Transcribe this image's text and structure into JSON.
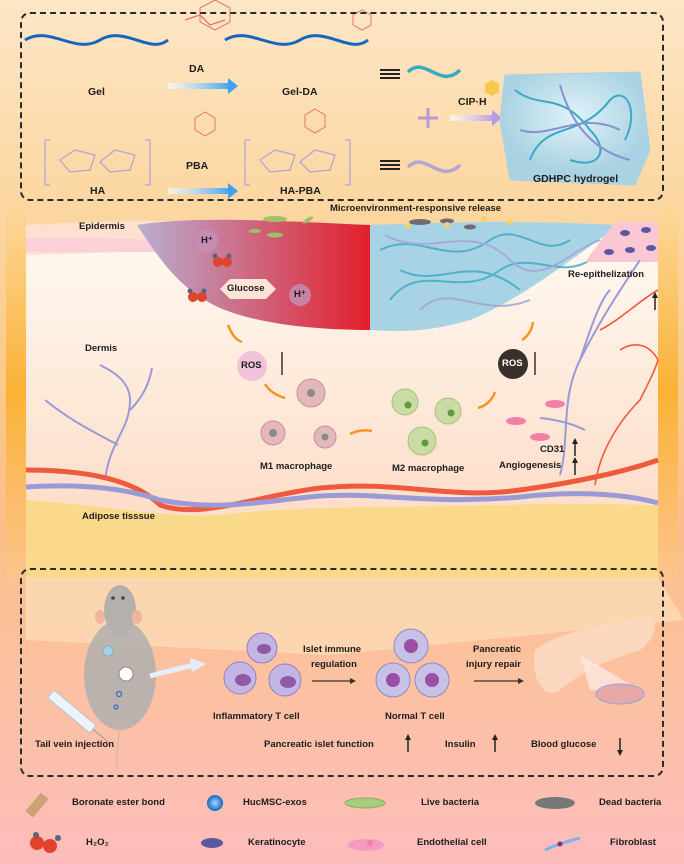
{
  "synthesis": {
    "gel": "Gel",
    "da": "DA",
    "gel_da": "Gel-DA",
    "ha": "HA",
    "pba": "PBA",
    "ha_pba": "HA-PBA",
    "cip": "CIP·H",
    "hydrogel": "GDHPC hydrogel"
  },
  "wound": {
    "release_title": "Microenvironment-responsive release",
    "epidermis": "Epidermis",
    "dermis": "Dermis",
    "adipose": "Adipose tisssue",
    "h_plus": "H⁺",
    "glucose": "Glucose",
    "ros": "ROS",
    "m1": "M1 macrophage",
    "m2": "M2 macrophage",
    "re_epi": "Re-epithelization",
    "cd31": "CD31",
    "angio": "Angiogenesis",
    "up": "↑",
    "down": "↓"
  },
  "systemic": {
    "tail_vein": "Tail vein injection",
    "inflam_t": "Inflammatory T cell",
    "islet_reg": [
      "Islet immune",
      "regulation"
    ],
    "normal_t": "Normal T cell",
    "pancreatic_repair": [
      "Pancreatic",
      "injury repair"
    ],
    "islet_function": "Pancreatic islet function",
    "insulin": "Insulin",
    "blood_glucose": "Blood glucose"
  },
  "legend": [
    {
      "icon": "boronate-ester-bond-icon",
      "label": "Boronate ester bond"
    },
    {
      "icon": "hucmsc-exos-icon",
      "label": "HucMSC-exos"
    },
    {
      "icon": "live-bacteria-icon",
      "label": "Live bacteria"
    },
    {
      "icon": "dead-bacteria-icon",
      "label": "Dead bacteria"
    },
    {
      "icon": "h2o2-icon",
      "label": "H₂O₂"
    },
    {
      "icon": "keratinocyte-icon",
      "label": "Keratinocyte"
    },
    {
      "icon": "endothelial-cell-icon",
      "label": "Endothelial cell"
    },
    {
      "icon": "fibroblast-icon",
      "label": "Fibroblast"
    }
  ],
  "colors": {
    "gel_blue": "#1565c0",
    "da_red": "#e8736b",
    "ha_purple": "#b3a6d6",
    "wound_red": "#e32530",
    "hydrogel_blue": "#a9d4e6",
    "vessel_red": "#ee5a3e",
    "vessel_purple": "#9a9ad6",
    "arrow_orange": "#f7941d"
  }
}
